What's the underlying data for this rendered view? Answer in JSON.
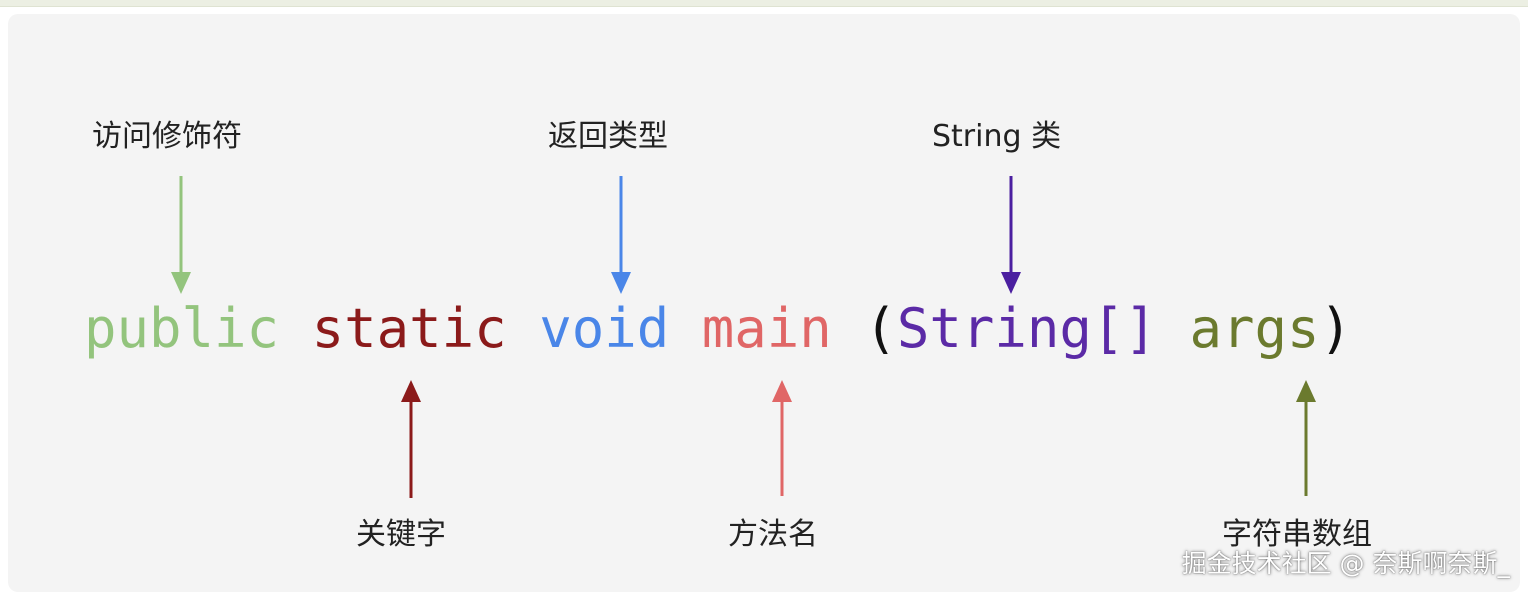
{
  "labels": {
    "access_modifier": "访问修饰符",
    "keyword": "关键字",
    "return_type": "返回类型",
    "method_name": "方法名",
    "string_class": "String 类",
    "string_array": "字符串数组"
  },
  "code": {
    "public": "public",
    "static": "static",
    "void": "void",
    "main": "main",
    "open_paren": "(",
    "string_type": "String[]",
    "args": "args",
    "close_paren": ")"
  },
  "colors": {
    "public": "#93c47d",
    "static": "#8b1a1a",
    "void": "#4a86e8",
    "main": "#e06666",
    "paren": "#111111",
    "string_type": "#5b2aa6",
    "args": "#6b7a2e"
  },
  "watermark": "掘金技术社区 @ 奈斯啊奈斯_"
}
